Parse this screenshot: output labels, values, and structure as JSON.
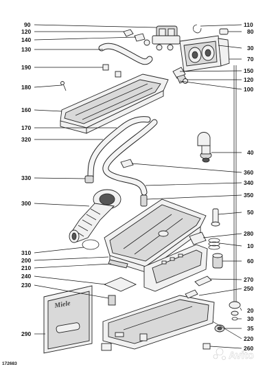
{
  "diagram": {
    "left_labels": [
      "90",
      "120",
      "140",
      "130",
      "190",
      "180",
      "160",
      "170",
      "320",
      "330",
      "300",
      "310",
      "200",
      "210",
      "240",
      "230",
      "290"
    ],
    "right_labels": [
      "110",
      "80",
      "30",
      "70",
      "150",
      "120",
      "100",
      "40",
      "360",
      "340",
      "350",
      "50",
      "280",
      "10",
      "60",
      "270",
      "250",
      "20",
      "30",
      "35",
      "220",
      "260"
    ],
    "doc_number": "172683",
    "brand_mark": "Miele",
    "watermark": "Avito"
  }
}
